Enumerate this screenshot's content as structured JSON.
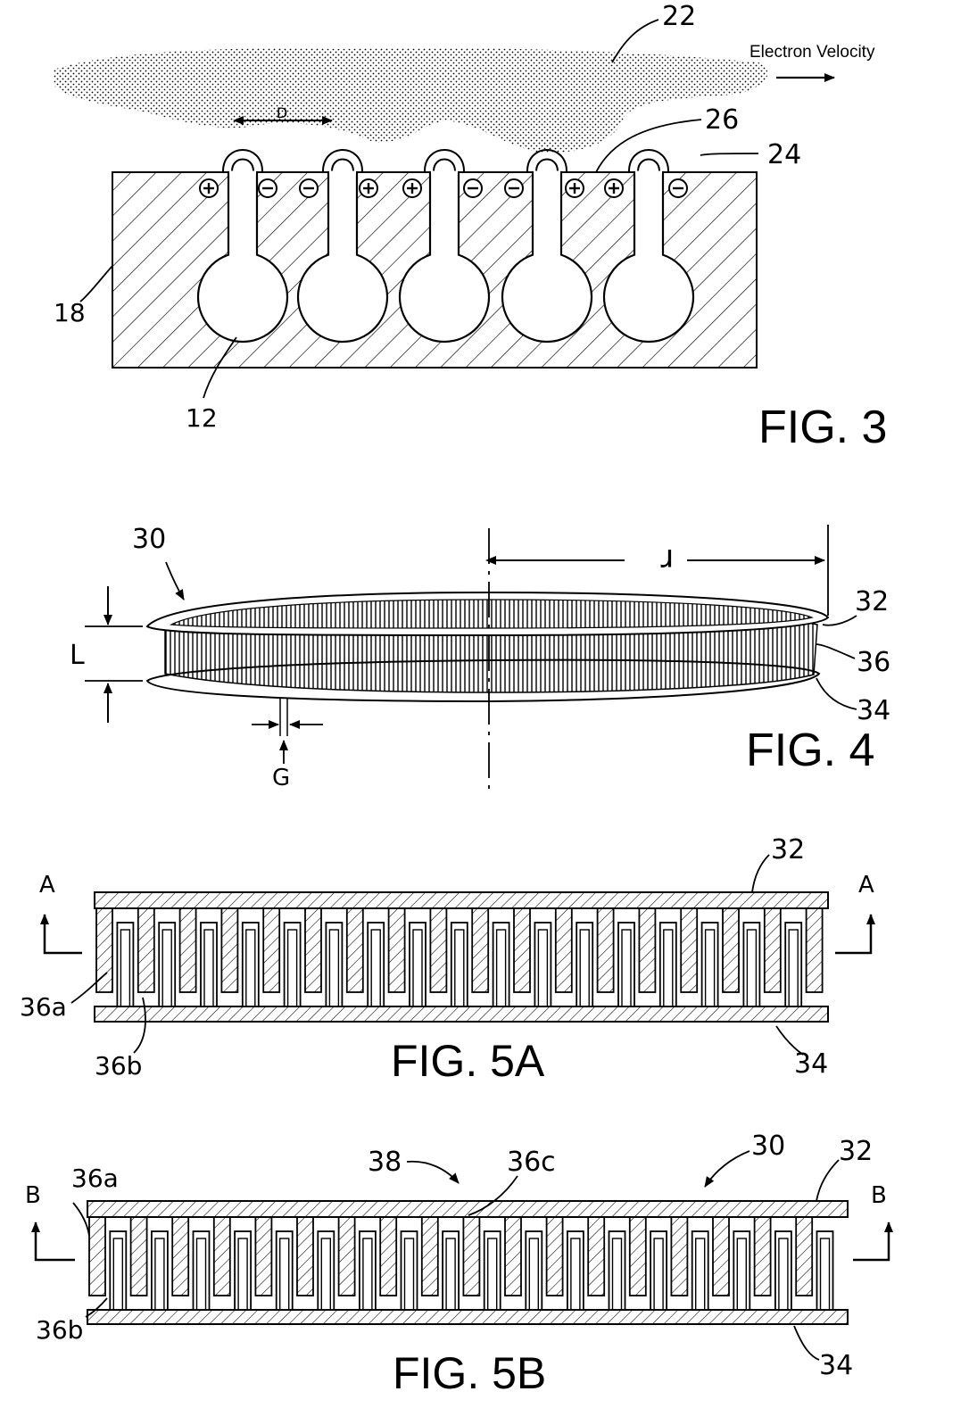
{
  "fig3": {
    "title": "FIG. 3",
    "electron_velocity": "Electron Velocity",
    "ref_22": "22",
    "ref_26": "26",
    "ref_24": "24",
    "ref_18": "18",
    "ref_12": "12",
    "dim_d": "D",
    "charges": [
      "+",
      "-",
      "-",
      "+",
      "+",
      "-",
      "-",
      "+",
      "+",
      "-"
    ]
  },
  "fig4": {
    "title": "FIG. 4",
    "ref_30": "30",
    "ref_32": "32",
    "ref_36": "36",
    "ref_34": "34",
    "dim_r": "r",
    "dim_l": "L",
    "dim_g": "G"
  },
  "fig5a": {
    "title": "FIG. 5A",
    "ref_32": "32",
    "ref_34": "34",
    "ref_36a": "36a",
    "ref_36b": "36b",
    "section_left": "A",
    "section_right": "A"
  },
  "fig5b": {
    "title": "FIG. 5B",
    "ref_38": "38",
    "ref_36c": "36c",
    "ref_30": "30",
    "ref_32": "32",
    "ref_34": "34",
    "ref_36a": "36a",
    "ref_36b": "36b",
    "section_left": "B",
    "section_right": "B"
  }
}
